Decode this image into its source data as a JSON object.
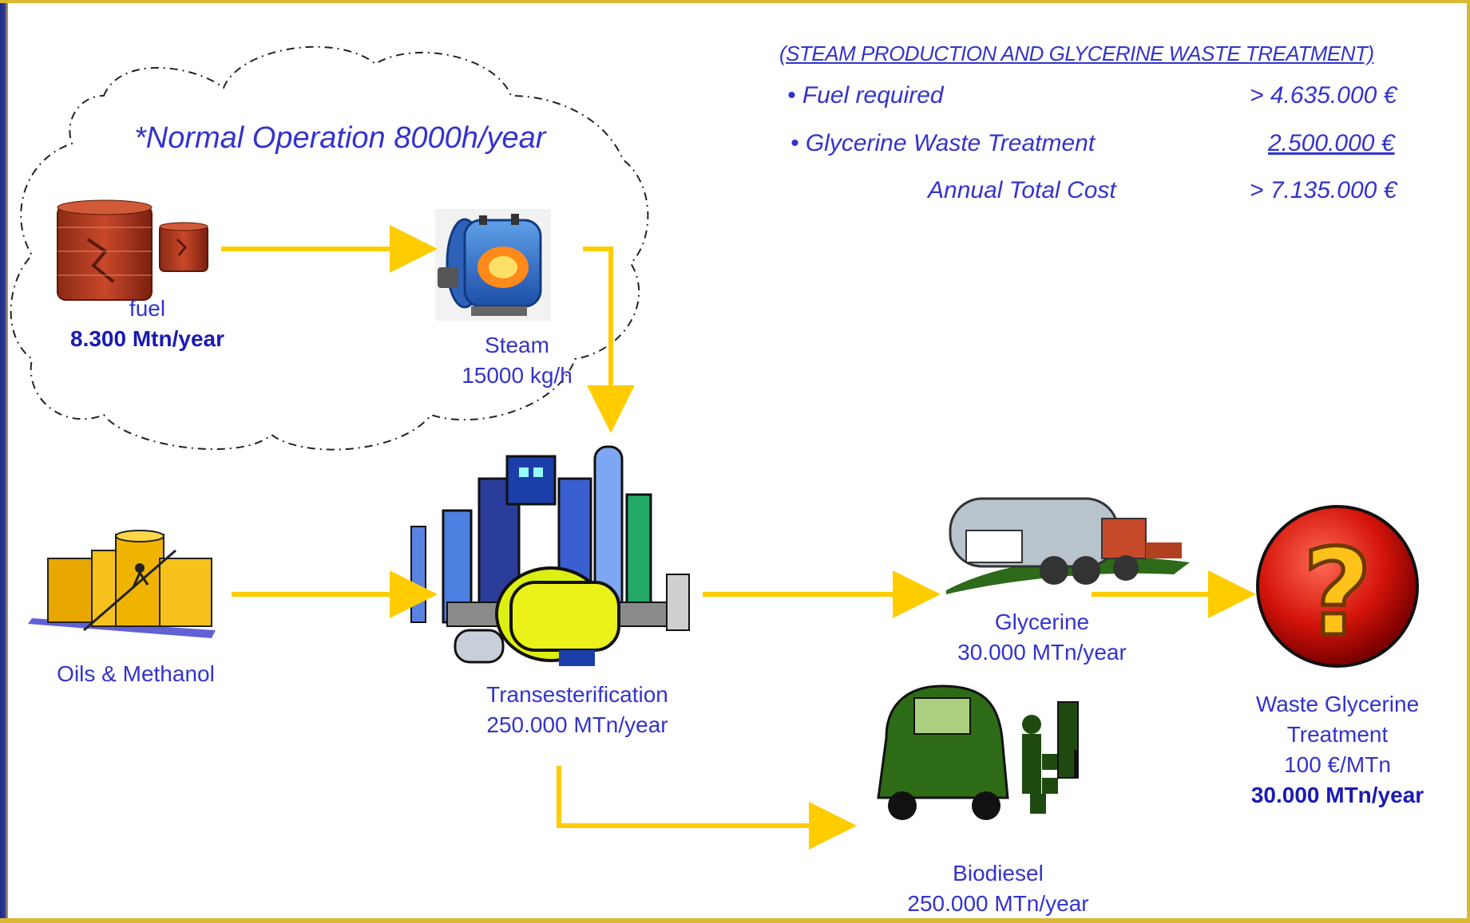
{
  "cloud": {
    "note": "*Normal Operation 8000h/year"
  },
  "costs": {
    "heading": "(STEAM PRODUCTION AND GLYCERINE WASTE TREATMENT)",
    "rows": [
      {
        "label": "• Fuel required",
        "value": "> 4.635.000 €"
      },
      {
        "label": "• Glycerine Waste Treatment",
        "value": "2.500.000 €"
      }
    ],
    "total_label": "Annual Total Cost",
    "total_value": "> 7.135.000 €"
  },
  "nodes": {
    "fuel": {
      "name": "fuel",
      "amount": "8.300 Mtn/year"
    },
    "steam": {
      "name": "Steam",
      "rate": "15000 kg/h"
    },
    "oils": {
      "name": "Oils & Methanol"
    },
    "transesterification": {
      "name": "Transesterification",
      "amount": "250.000 MTn/year"
    },
    "glycerine": {
      "name": "Glycerine",
      "amount": "30.000 MTn/year"
    },
    "waste": {
      "line1": "Waste Glycerine",
      "line2": "Treatment",
      "price": "100 €/MTn",
      "amount": "30.000 MTn/year"
    },
    "biodiesel": {
      "name": "Biodiesel",
      "amount": "250.000 MTn/year"
    }
  },
  "colors": {
    "arrow": "#ffcc00",
    "text": "#3333cc",
    "frame": "#2f3d9a",
    "accent": "#d9b833"
  },
  "icons": [
    "fuel-tanks-icon",
    "boiler-icon",
    "oil-storage-icon",
    "refinery-icon",
    "tanker-truck-icon",
    "question-mark-icon",
    "fuel-pump-car-icon"
  ]
}
